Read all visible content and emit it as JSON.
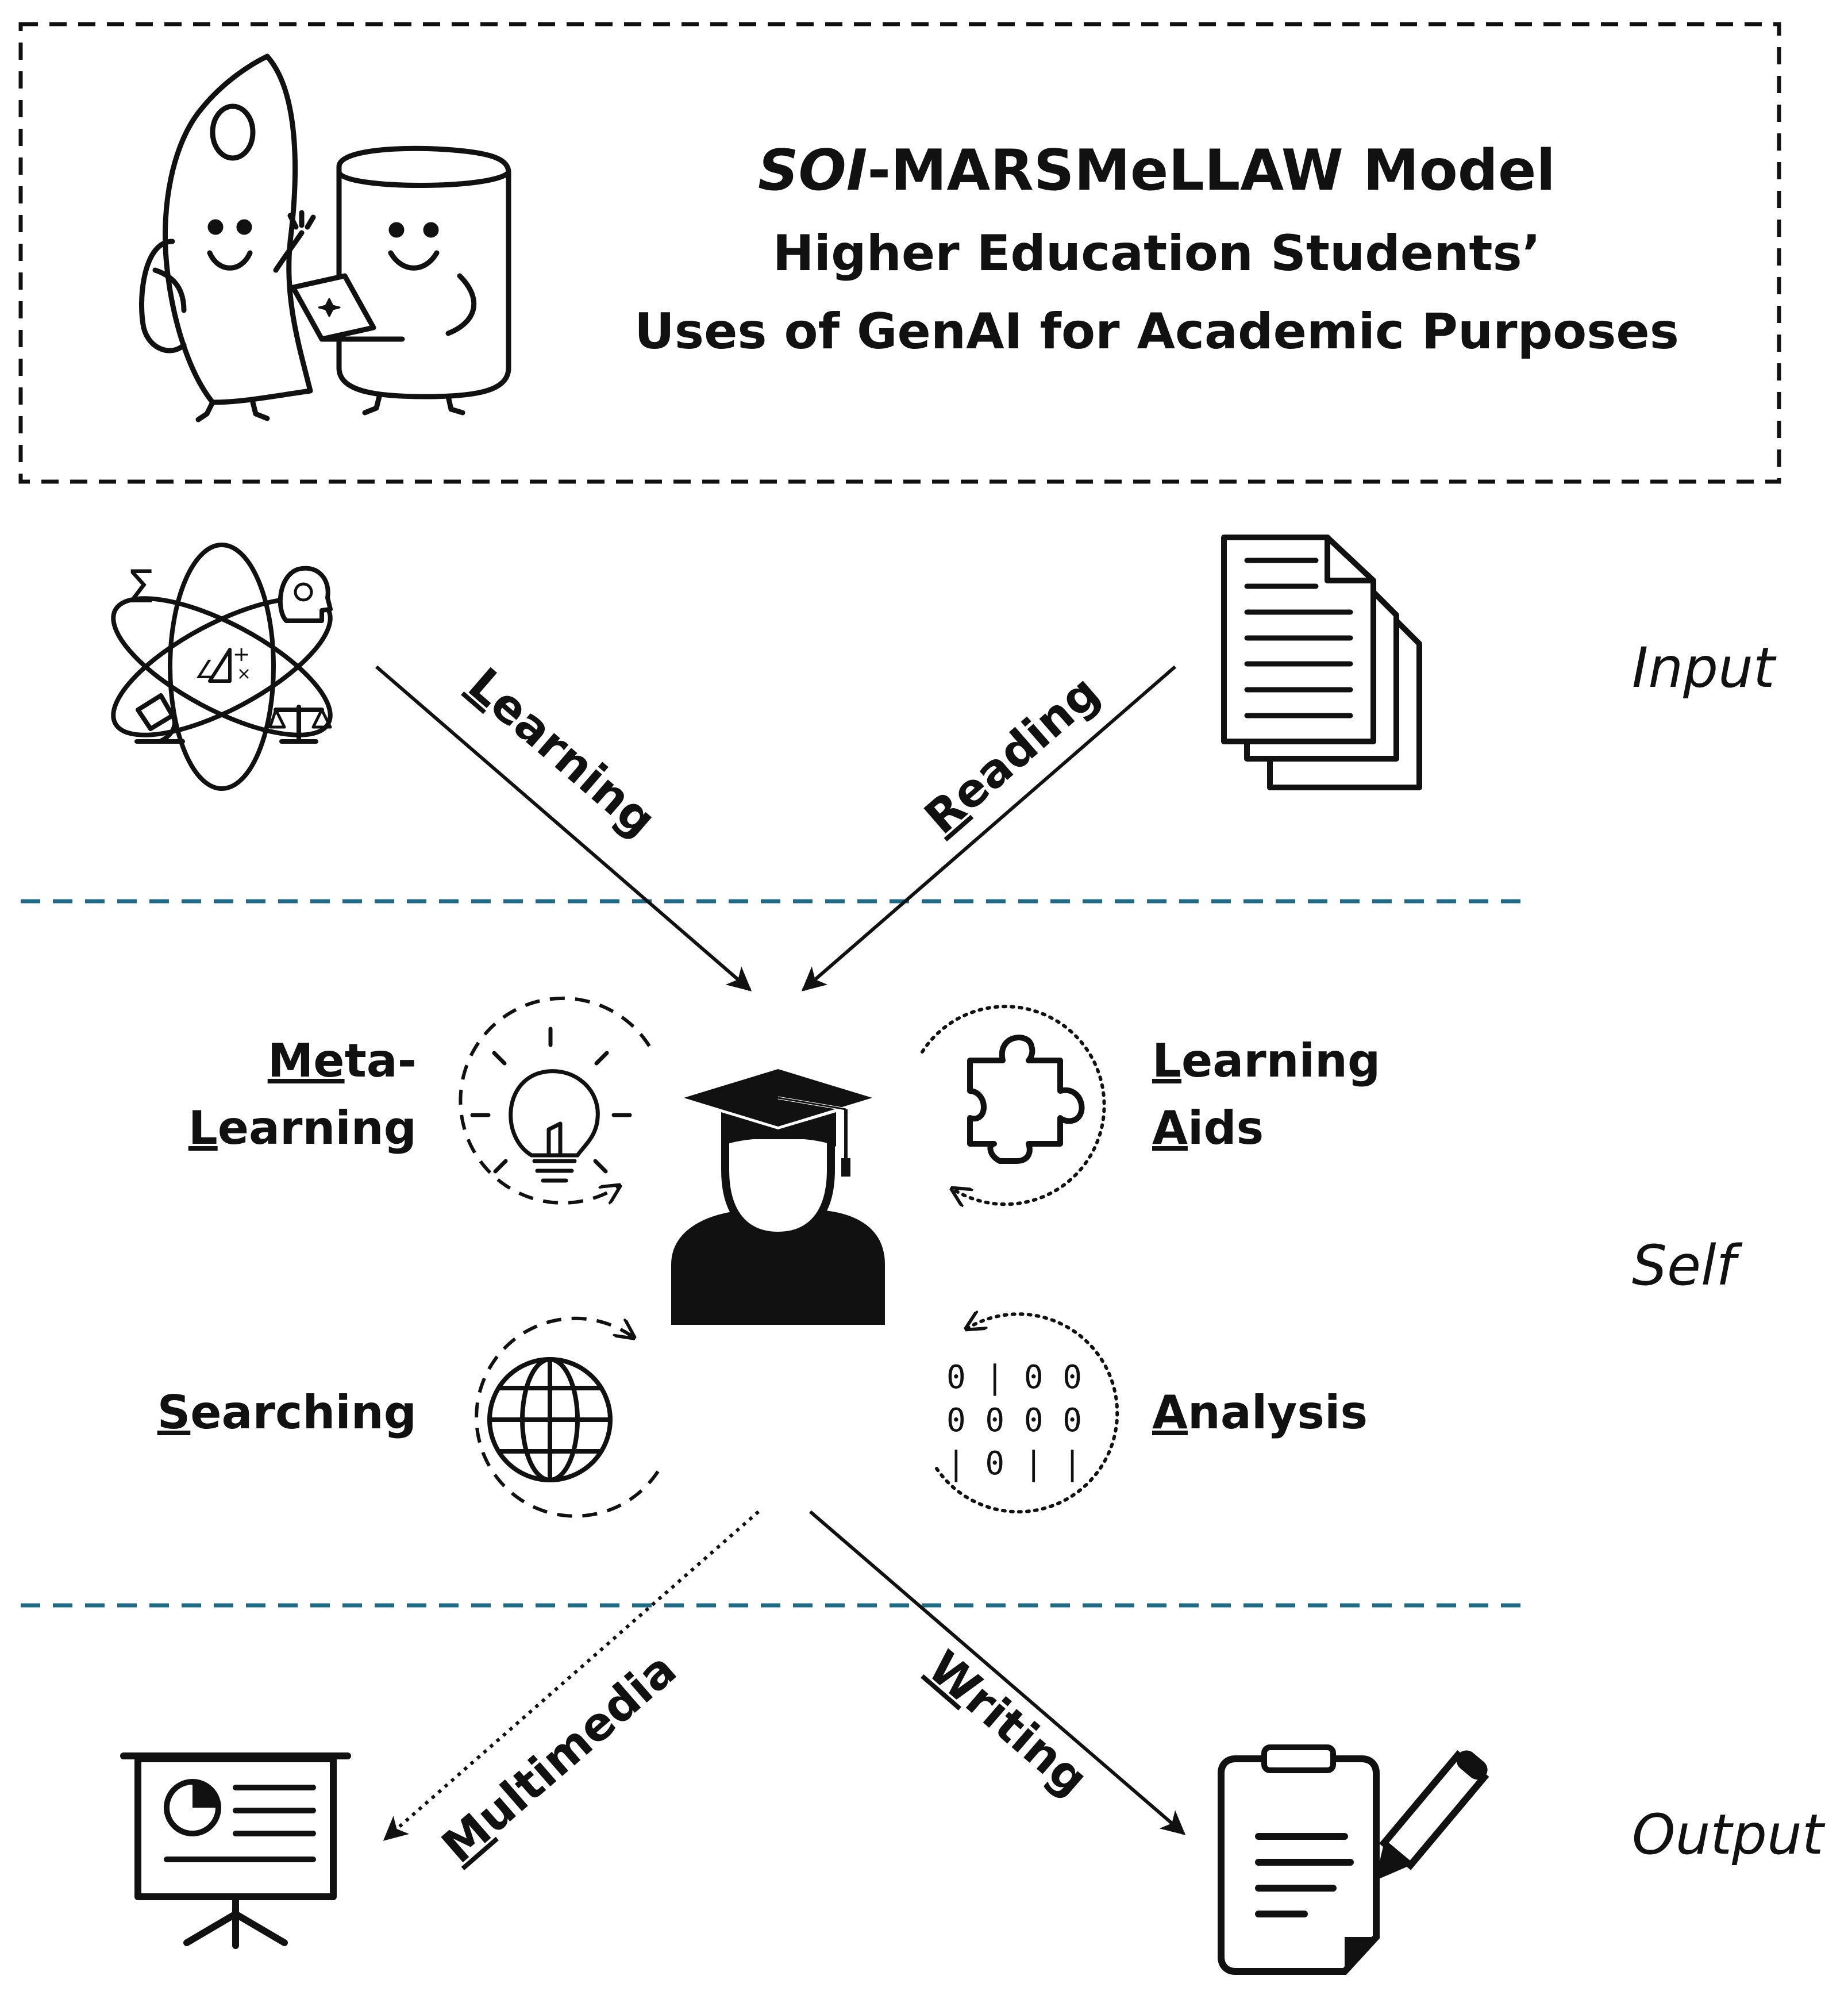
{
  "header": {
    "title_italic": "SOI",
    "title_rest": "-MARSMeLLAW Model",
    "subtitle_line1": "Higher Education Students’",
    "subtitle_line2": "Uses of GenAI for Academic Purposes"
  },
  "layers": {
    "input": "Input",
    "self": "Self",
    "output": "Output"
  },
  "flows": {
    "learning": {
      "initial": "L",
      "rest": "earning"
    },
    "reading": {
      "initial": "R",
      "rest": "eading"
    },
    "multimedia": {
      "initial": "M",
      "rest": "ultimedia"
    },
    "writing": {
      "initial": "W",
      "rest": "riting"
    }
  },
  "self_activities": {
    "meta_learning": {
      "line1_initial": "Me",
      "line1_rest": "ta-",
      "line2_initial": "L",
      "line2_rest": "earning"
    },
    "learning_aids": {
      "line1_initial": "L",
      "line1_rest": "earning",
      "line2_initial": "A",
      "line2_rest": "ids"
    },
    "searching": {
      "initial": "S",
      "rest": "earching"
    },
    "analysis": {
      "initial": "A",
      "rest": "nalysis"
    }
  },
  "binary": {
    "row1": "0 | 0 0",
    "row2": "0 0 0 0",
    "row3": "| 0 | |"
  },
  "icons": {
    "mascots": "mascots-icon",
    "subjects": "subjects-atom-icon",
    "documents": "documents-icon",
    "student": "graduate-student-icon",
    "lightbulb": "lightbulb-icon",
    "puzzle": "puzzle-piece-icon",
    "globe": "globe-icon",
    "presentation": "presentation-board-icon",
    "clipboard": "clipboard-pen-icon"
  },
  "colors": {
    "ink": "#111111",
    "divider": "#1f6b85"
  }
}
